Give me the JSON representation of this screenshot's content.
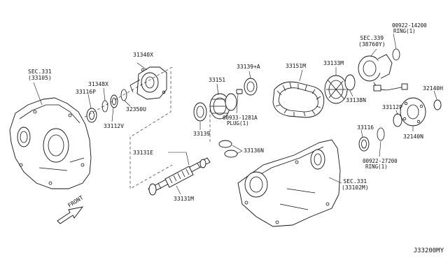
{
  "diagram_code": "J33200MY",
  "front_label": "FRONT",
  "labels": {
    "sec331_top": "SEC.331",
    "sec331_top_sub": "(33105)",
    "p31348x": "31348X",
    "p33116p": "33116P",
    "p31340x": "31340X",
    "p32350u": "32350U",
    "p33112v": "33112V",
    "p33151": "33151",
    "p33139a": "33139+A",
    "p33151m": "33151M",
    "p33133m": "33133M",
    "p00922_14200": "00922-14200",
    "ring1_top": "RING(1)",
    "sec339": "SEC.339",
    "sec339_sub": "(38760Y)",
    "p32140h": "32140H",
    "p33139": "33139",
    "p00933": "00933-1281A",
    "plug1": "PLUG(1)",
    "p33138n": "33138N",
    "p33112p": "33112P",
    "p32140n": "32140N",
    "p33131e": "33131E",
    "p33136n": "33136N",
    "p33116": "33116",
    "p00922_27200": "00922-27200",
    "ring1_bot": "RING(1)",
    "sec331_bot": "SEC.331",
    "sec331_bot_sub": "(33102M)",
    "p33131m": "33131M"
  }
}
